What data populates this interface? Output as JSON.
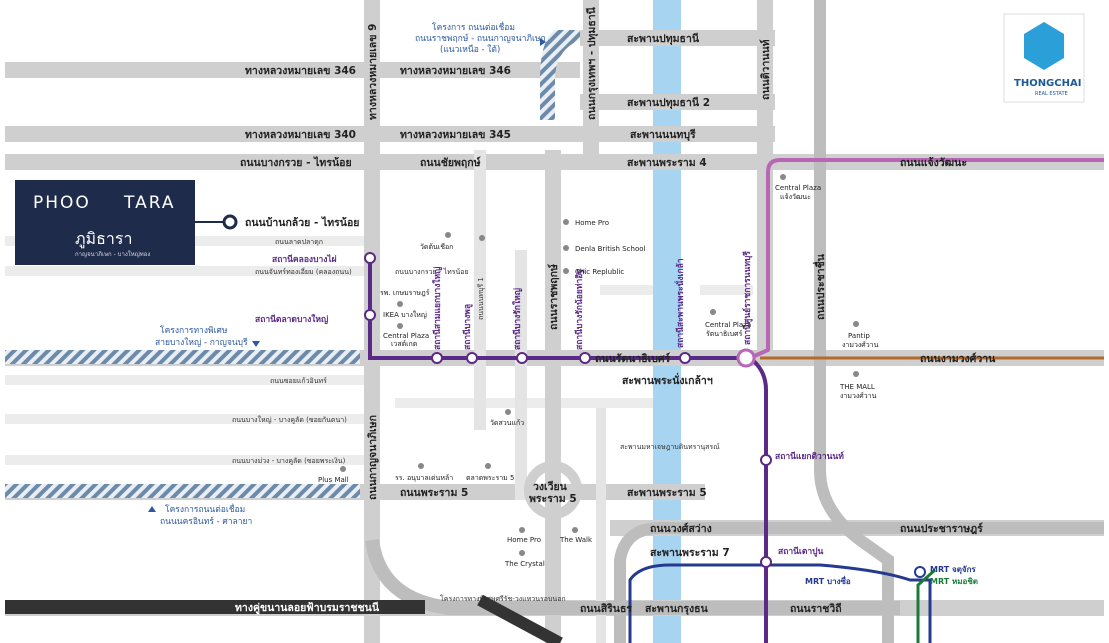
{
  "brand": {
    "project_name_en": "PHOO",
    "project_name_en_2": "TARA",
    "project_name_th": "ภูมิธารา",
    "project_sub": "กาญจนาภิเษก - บางใหญ่ทอง",
    "developer": "THONGCHAI",
    "developer_sub": "REAL ESTATE"
  },
  "roads": {
    "h346_left": "ทางหลวงหมายเลข 346",
    "h346_right": "ทางหลวงหมายเลข 346",
    "h340": "ทางหลวงหมายเลข 340",
    "h345": "ทางหลวงหมายเลข 345",
    "bangkruai": "ถนนบางกรวย - ไทรน้อย",
    "chaiyapruek": "ถนนชัยพฤกษ์",
    "ban_kluai": "ถนนบ้านกล้วย - ไทรน้อย",
    "ratanathibet": "ถนนรัตนาธิเบศร์",
    "rama5": "ถนนพระราม 5",
    "wongsawang": "ถนนวงศ์สว่าง",
    "pradipat": "ถนนประชาราษฎร์",
    "ratchawithi": "ถนนราชวิถี",
    "sirinthorn": "ถนนสิรินธร",
    "ngamwongwan": "ถนนงามวงศ์วาน",
    "chaengwattana": "ถนนแจ้งวัฒนะ",
    "ratchaphruek": "ถนนราชพฤกษ์",
    "nonthaburi1": "ถนนนนทบุรี 1",
    "kanchana": "ถนนกาญจนาภิเษก",
    "highway9": "ทางหลวงหมายเลข 9",
    "tiwanon": "ถนนติวานนท์",
    "pak_kret_ring": "ถนนกรุงเทพฯ - ปทุมธานี",
    "elevated": "ทางคู่ขนานลอยฟ้าบรมราชชนนี",
    "ring_expressway": "โครงการทางพิเศษศรีรัช-วงแหวนรอบนอก",
    "prachachuen": "ถนนประชาชื่น"
  },
  "small_roads": {
    "lat_plakhao": "ถนนลาดปลาดุก",
    "chan_khlong": "ถนนจันทร์ทองเอี่ยม (คลองถนน)",
    "soi_kaeo": "ถนนซอยแก้วอินทร์",
    "bangyai_bangkhun": "ถนนบางใหญ่ - บางคูลัด (ซอยกันตนา)",
    "bangmuang": "ถนนบางม่วง - บางคูลัด (ซอยพระเงิน)",
    "kanchana_trai": "ถนนบางกรวย - ไทรน้อย"
  },
  "bridges": {
    "pathum": "สะพานปทุมธานี",
    "pathum2": "สะพานปทุมธานี 2",
    "nonthaburi": "สะพานนนทบุรี",
    "rama4": "สะพานพระราม 4",
    "phra_nang_klao": "สะพานพระนั่งเกล้าฯ",
    "rama5": "สะพานพระราม 5",
    "rama7": "สะพานพระราม 7",
    "krungthon": "สะพานกรุงธน",
    "maha": "สะพานมหาเจษฎาบดินทรานุสรณ์"
  },
  "circle": {
    "line1": "วงเวียน",
    "line2": "พระราม 5"
  },
  "stations": {
    "khlong_bang_phai": "สถานีคลองบางไผ่",
    "talad_bang_yai": "สถานีตลาดบางใหญ่",
    "sam_yaek_bang_yai": "สถานีสามแยกบางใหญ่",
    "bang_phlu": "สถานีบางพลู",
    "bang_rak_yai": "สถานีบางรักใหญ่",
    "bang_rak_noi": "สถานีบางรักน้อยท่าอิฐ",
    "phra_nang_klao": "สถานีสะพานพระนั่งเกล้า",
    "ministry": "สถานีศูนย์ราชการนนทบุรี",
    "tiwanon_junc": "สถานีแยกติวานนท์",
    "tao_poon": "สถานีเตาปูน",
    "mrt_bangsue": "MRT บางซื่อ",
    "mrt_chatuchak": "MRT จตุจักร",
    "mrt_mochit": "MRT หมอชิต"
  },
  "pois": {
    "home_pro_top": "Home Pro",
    "denla": "Denla British School",
    "chic": "Chic Replublic",
    "wat_lahan": "วัดต้นเชือก",
    "hospital": "รพ. เกษมราษฎร์",
    "ikea": "IKEA บางใหญ่",
    "central_westgate": "Central Plaza",
    "central_westgate_2": "เวสต์เกต",
    "central_ratt": "Central Plaza",
    "central_ratt_2": "รัตนาธิเบศร์",
    "central_chaeng": "Central Plaza",
    "central_chaeng_2": "แจ้งวัฒนะ",
    "pantip": "Pantip",
    "pantip_2": "งามวงศ์วาน",
    "the_mall": "THE MALL",
    "the_mall_2": "งามวงศ์วาน",
    "wat_suan": "วัดสวนแก้ว",
    "school": "รร. อนุบาลเด่นหล้า",
    "talad_rama5": "ตลาดพระราม 5",
    "plus_mall": "Plus Mall",
    "home_pro_bottom": "Home Pro",
    "the_walk": "The Walk",
    "the_crystal": "The Crystal"
  },
  "projects": {
    "north_1": "โครงการ ถนนต่อเชื่อม",
    "north_2": "ถนนราชพฤกษ์ - ถนนกาญจนาภิเษก",
    "north_3": "(แนวเหนือ - ใต้)",
    "special_1": "โครงการทางพิเศษ",
    "special_2": "สายบางใหญ่ - กาญจนบุรี",
    "south_1": "โครงการถนนต่อเชื่อม",
    "south_2": "ถนนนครอินทร์ - ศาลายา"
  },
  "colors": {
    "road": "#cfcfcf",
    "river": "#a7d4f0",
    "purple_line": "#5a2a86",
    "pink_line": "#b767b5",
    "orange_line": "#b36a2a",
    "blue_line": "#243a8f",
    "green_line": "#1a7a3a",
    "project_hatch": "#6d8aa8",
    "brand_navy": "#1f2b4a"
  }
}
